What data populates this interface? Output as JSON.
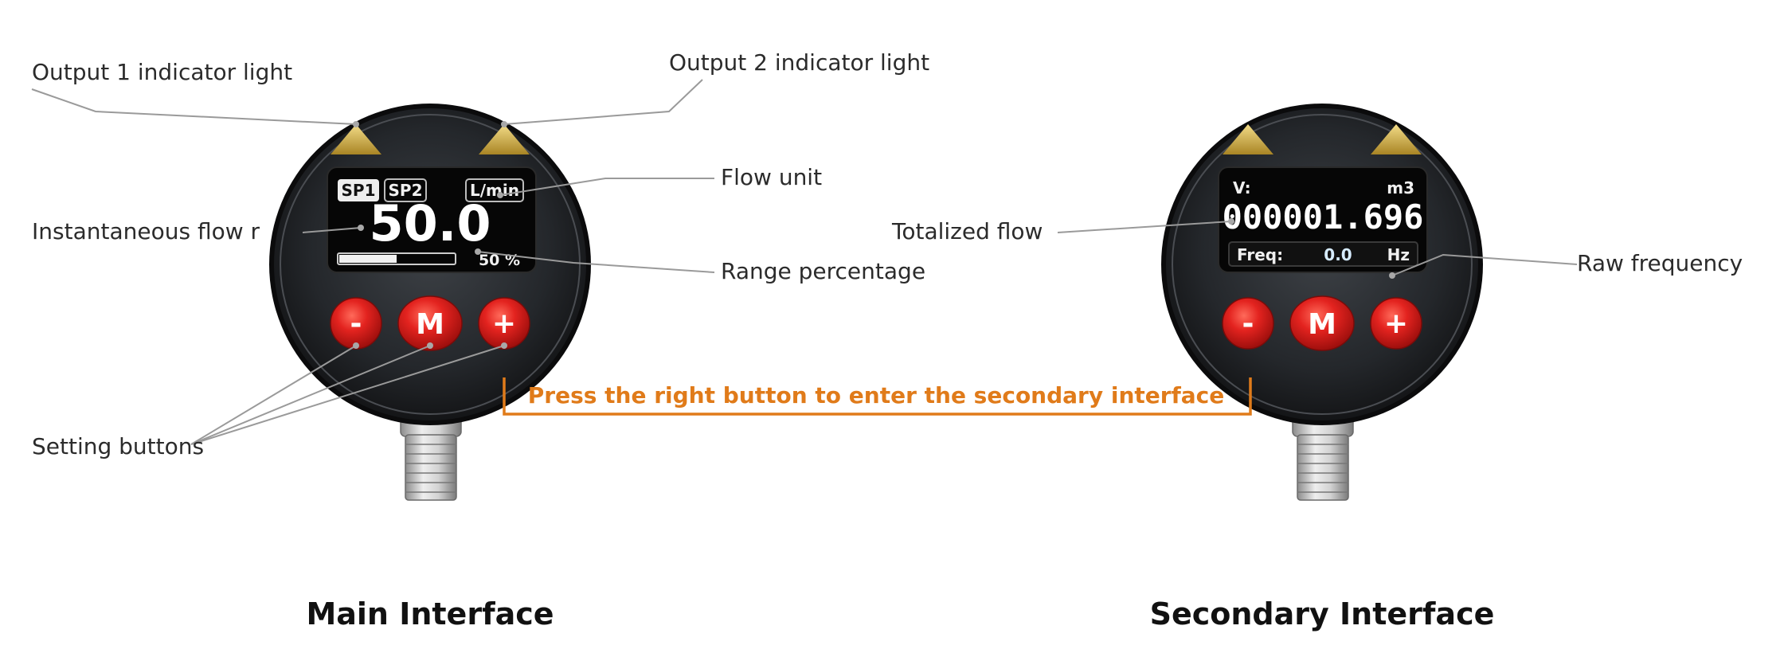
{
  "callouts": {
    "output1": "Output 1 indicator light",
    "output2": "Output 2 indicator light",
    "flow_unit": "Flow unit",
    "instantaneous": "Instantaneous flow r",
    "range_pct": "Range percentage",
    "setting_buttons": "Setting buttons",
    "totalized": "Totalized flow",
    "raw_freq": "Raw frequency"
  },
  "main_display": {
    "sp1": "SP1",
    "sp2": "SP2",
    "unit": "L/min",
    "value": "50.0",
    "percent_text": "50 %",
    "percent": 50
  },
  "secondary_display": {
    "v_label": "V:",
    "v_unit": "m3",
    "total": "000001.696",
    "freq_label": "Freq:",
    "freq_value": "0.0",
    "freq_unit": "Hz"
  },
  "buttons": {
    "minus": "-",
    "mode": "M",
    "plus": "+"
  },
  "instruction": "Press the right button to enter the secondary interface",
  "titles": {
    "main": "Main Interface",
    "secondary": "Secondary Interface"
  },
  "colors": {
    "accent_orange": "#e07b1a",
    "button_red": "#e3231f",
    "indicator_gold": "#d4b04a",
    "lcd_black": "#060606"
  }
}
